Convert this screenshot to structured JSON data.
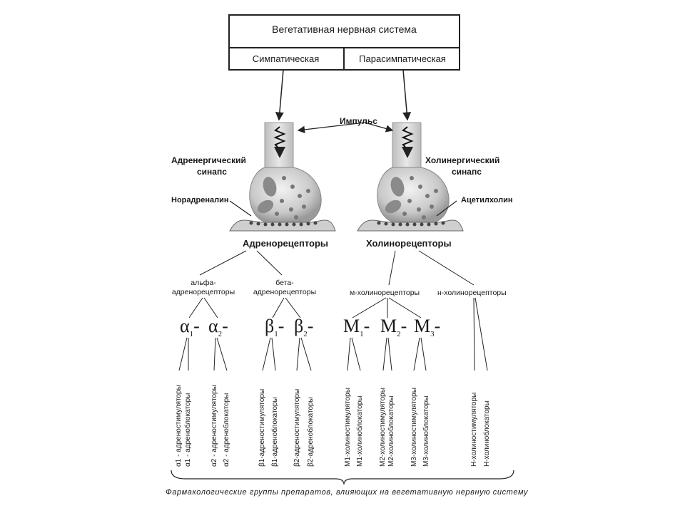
{
  "header": {
    "title": "Вегетативная нервная система",
    "left": "Симпатическая",
    "right": "Парасимпатическая"
  },
  "synapse": {
    "impulse": "Импульс",
    "adrenergic_l1": "Адренергический",
    "adrenergic_l2": "синапс",
    "cholinergic_l1": "Холинергический",
    "cholinergic_l2": "синапс",
    "noradrenaline": "Норадреналин",
    "acetylcholine": "Ацетилхолин"
  },
  "receptors": {
    "adreno": "Адренорецепторы",
    "cholino": "Холинорецепторы",
    "alpha_l1": "альфа-",
    "alpha_l2": "адренорецепторы",
    "beta_l1": "бета-",
    "beta_l2": "адренорецепторы",
    "m_cholino": "м-холинорецепторы",
    "n_cholino": "н-холинорецепторы"
  },
  "subtypes": {
    "a1": "α",
    "a1_sub": "1",
    "a2": "α",
    "a2_sub": "2",
    "b1": "β",
    "b1_sub": "1",
    "b2": "β",
    "b2_sub": "2",
    "m1": "M",
    "m1_sub": "1",
    "m2": "M",
    "m2_sub": "2",
    "m3": "M",
    "m3_sub": "3"
  },
  "drugs": {
    "a1_stim": "α1 - адреностимуляторы",
    "a1_block": "α1 - адреноблокаторы",
    "a2_stim": "α2 - адреностимуляторы",
    "a2_block": "α2 - адреноблокаторы",
    "b1_stim": "β1-адреностимуляторы",
    "b1_block": "β1-адреноблокаторы",
    "b2_stim": "β2-адреностимуляторы",
    "b2_block": "β2-адреноблокаторы",
    "m1_stim": "M1-холиностимуляторы",
    "m1_block": "M1-холиноблокаторы",
    "m2_stim": "M2-холиностимуляторы",
    "m2_block": "M2-холиноблокаторы",
    "m3_stim": "M3-холиностимуляторы",
    "m3_block": "M3-холиноблокаторы",
    "n_stim": "Н-холиностимуляторы",
    "n_block": "Н-холиноблокаторы"
  },
  "footer": "Фармакологические группы препаратов, влияющих на вегетативную нервную систему"
}
